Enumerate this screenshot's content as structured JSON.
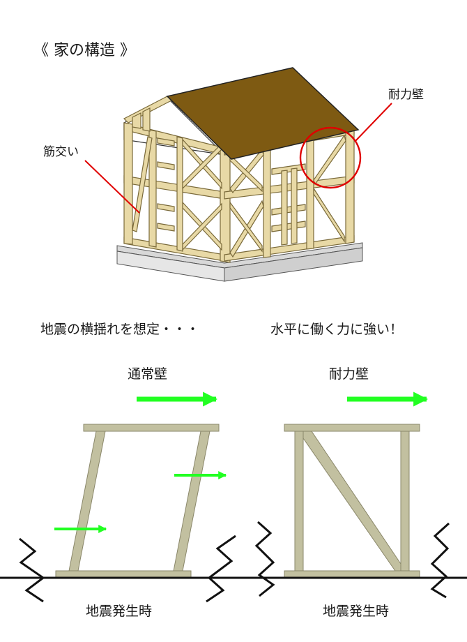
{
  "title": "《 家の構造 》",
  "house": {
    "brace_label": "筋交い",
    "shear_wall_label": "耐力壁"
  },
  "comparison": {
    "left_caption": "地震の横揺れを想定・・・",
    "right_caption": "水平に働く力に強い！",
    "normal_wall_label": "通常壁",
    "bearing_wall_label": "耐力壁",
    "earthquake_label_left": "地震発生時",
    "earthquake_label_right": "地震発生時"
  },
  "colors": {
    "timber": "#e8d9a6",
    "timber_stroke": "#7a6a3a",
    "roof": "#7e5a12",
    "foundation": "#d8d8d8",
    "highlight": "#e00000",
    "force_arrow": "#22ff22",
    "wall_frame": "#c2c0a0"
  }
}
